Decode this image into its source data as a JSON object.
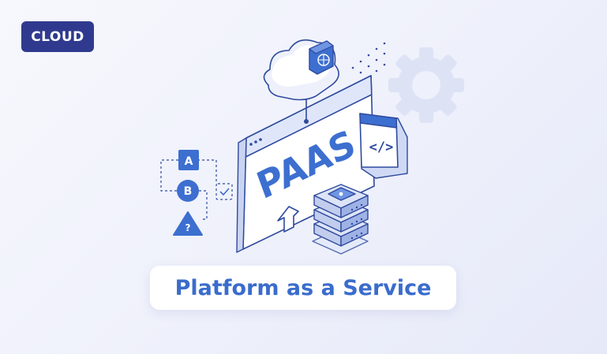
{
  "badge": {
    "label": "CLOUD"
  },
  "illustration": {
    "window_title": "PAAS",
    "code_label": "</>",
    "flow_nodes": [
      "A",
      "B",
      "?"
    ]
  },
  "caption": {
    "text": "Platform as a Service"
  },
  "colors": {
    "badge_bg": "#2f3a8f",
    "accent_blue": "#3d6fd0",
    "caption_text": "#3a6ccc",
    "line_blue": "#2e4a9e"
  }
}
